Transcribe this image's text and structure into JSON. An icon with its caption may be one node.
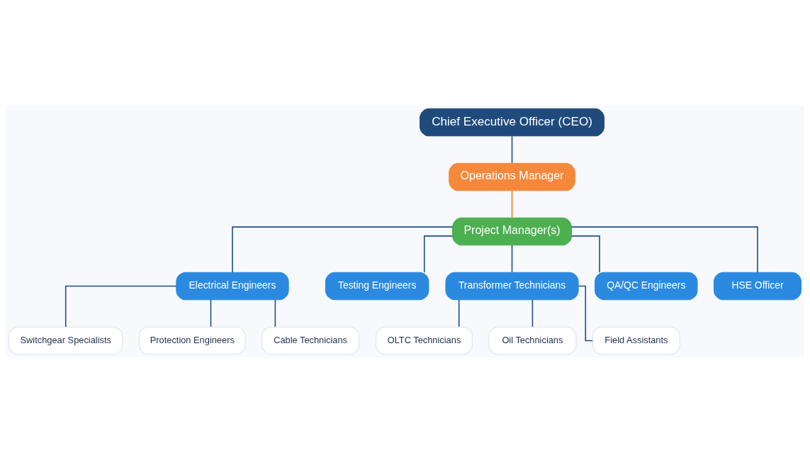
{
  "diagram": {
    "nodes": [
      {
        "text": [
          "Chief Executive Officer (CEO)"
        ]
      },
      {
        "text": [
          "Operations Manager"
        ]
      },
      {
        "text": [
          "Project Manager(s)"
        ]
      },
      {
        "text": [
          "Electrical Engineers"
        ]
      },
      {
        "text": [
          "Testing Engineers"
        ]
      },
      {
        "text": [
          "Transformer Technicians"
        ]
      },
      {
        "text": [
          "QA/QC Engineers"
        ]
      },
      {
        "text": [
          "HSE Officer"
        ]
      },
      {
        "text": [
          "Switchgear Specialists"
        ]
      },
      {
        "text": [
          "Protection Engineers"
        ]
      },
      {
        "text": [
          "Cable Technicians"
        ]
      },
      {
        "text": [
          "OLTC Technicians"
        ]
      },
      {
        "text": [
          "Oil Technicians"
        ]
      },
      {
        "text": [
          "Field Assistants"
        ]
      }
    ],
    "edges": [
      {
        "from": 0,
        "to": 1,
        "arrow": "none"
      },
      {
        "from": 1,
        "to": 2,
        "arrow": "none",
        "color": "#f07a2a"
      },
      {
        "from": 2,
        "to": 3,
        "arrow": "none"
      },
      {
        "from": 2,
        "to": 4,
        "arrow": "none"
      },
      {
        "from": 2,
        "to": 5,
        "arrow": "none"
      },
      {
        "from": 2,
        "to": 6,
        "arrow": "none"
      },
      {
        "from": 2,
        "to": 7,
        "arrow": "none"
      },
      {
        "from": 3,
        "to": 8,
        "arrow": "none"
      },
      {
        "from": 3,
        "to": 9,
        "arrow": "none"
      },
      {
        "from": 3,
        "to": 10,
        "arrow": "none"
      },
      {
        "from": 5,
        "to": 11,
        "arrow": "none"
      },
      {
        "from": 5,
        "to": 12,
        "arrow": "none"
      },
      {
        "from": 5,
        "to": 13,
        "arrow": "none"
      }
    ]
  }
}
